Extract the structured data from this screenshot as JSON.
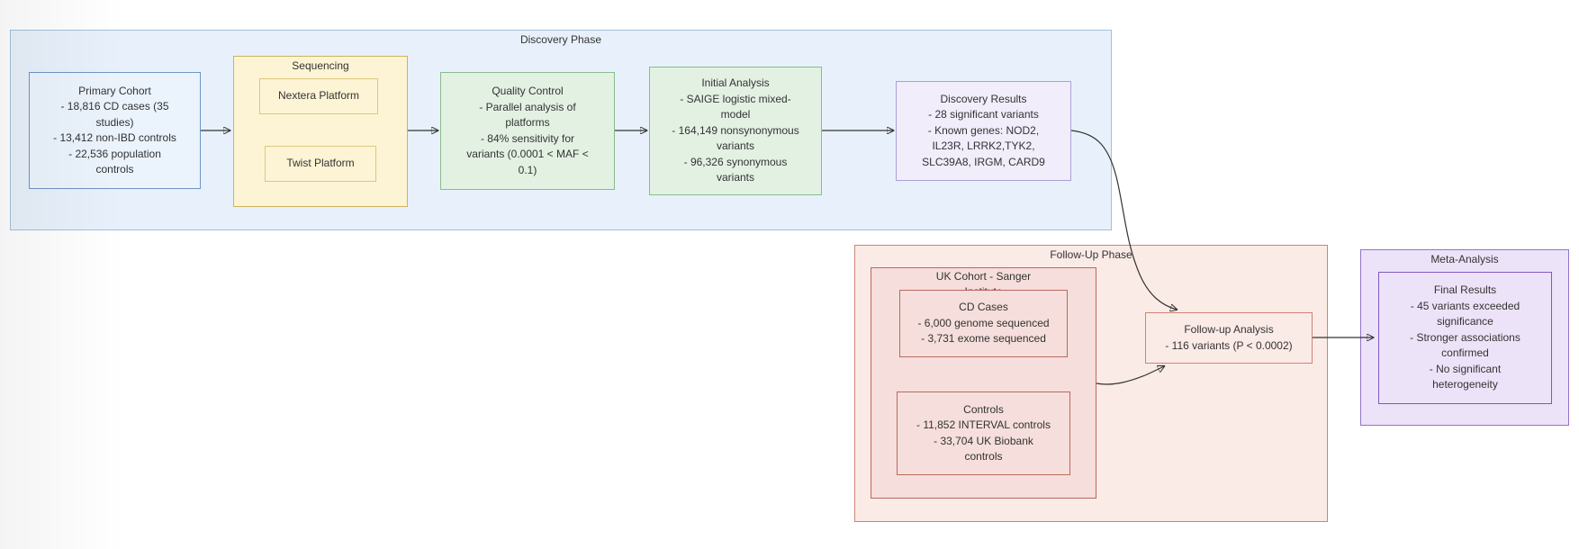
{
  "diagram_type": "flowchart",
  "palette": {
    "discovery_fill": "#e8f1fb",
    "discovery_border": "#a3c0da",
    "cohort_fill": "#ebf3fd",
    "cohort_border": "#6e96c1",
    "sequencing_fill": "#fcf4d4",
    "sequencing_border": "#ccb35a",
    "platform_border": "#dcc87e",
    "analysis_fill": "#e3f1e3",
    "analysis_border": "#8abc8a",
    "results_fill": "#f1edfb",
    "results_border": "#aaa0d6",
    "followup_fill": "#fbebe7",
    "followup_border": "#cf8374",
    "uk_fill": "#f5dedb",
    "uk_border": "#b96a5e",
    "meta_fill": "#ede3f8",
    "meta_border": "#9172cb",
    "final_border": "#7e57c2",
    "edge_color": "#333333",
    "text_color": "#333333"
  },
  "discovery": {
    "title": "Discovery Phase",
    "nodes": {
      "primary_cohort": {
        "title": "Primary Cohort",
        "lines": [
          "- 18,816 CD cases (35",
          "studies)",
          "- 13,412 non-IBD controls",
          "- 22,536 population",
          "controls"
        ]
      },
      "sequencing": {
        "title": "Sequencing",
        "nextera": "Nextera Platform",
        "twist": "Twist Platform"
      },
      "quality_control": {
        "title": "Quality Control",
        "lines": [
          "- Parallel analysis of",
          "platforms",
          "- 84% sensitivity for",
          "variants (0.0001 < MAF <",
          "0.1)"
        ]
      },
      "initial_analysis": {
        "title": "Initial Analysis",
        "lines": [
          "- SAIGE logistic mixed-",
          "model",
          "- 164,149 nonsynonymous",
          "variants",
          "- 96,326 synonymous",
          "variants"
        ]
      },
      "discovery_results": {
        "title": "Discovery Results",
        "lines": [
          "- 28 significant variants",
          "- Known genes: NOD2,",
          "IL23R, LRRK2,TYK2,",
          "SLC39A8, IRGM, CARD9"
        ]
      }
    }
  },
  "followup": {
    "title": "Follow-Up Phase",
    "nodes": {
      "uk_cohort": {
        "title": [
          "UK Cohort - Sanger",
          "Institute"
        ]
      },
      "cd_cases": {
        "title": "CD Cases",
        "lines": [
          "- 6,000 genome sequenced",
          "- 3,731 exome sequenced"
        ]
      },
      "controls": {
        "title": "Controls",
        "lines": [
          "- 11,852 INTERVAL controls",
          "- 33,704 UK Biobank",
          "controls"
        ]
      },
      "followup_analysis": {
        "title": "Follow-up Analysis",
        "lines": [
          "- 116 variants (P < 0.0002)"
        ]
      }
    }
  },
  "meta": {
    "title": "Meta-Analysis",
    "nodes": {
      "final_results": {
        "title": "Final Results",
        "lines": [
          "- 45 variants exceeded",
          "significance",
          "- Stronger associations",
          "confirmed",
          "- No significant",
          "heterogeneity"
        ]
      }
    }
  }
}
